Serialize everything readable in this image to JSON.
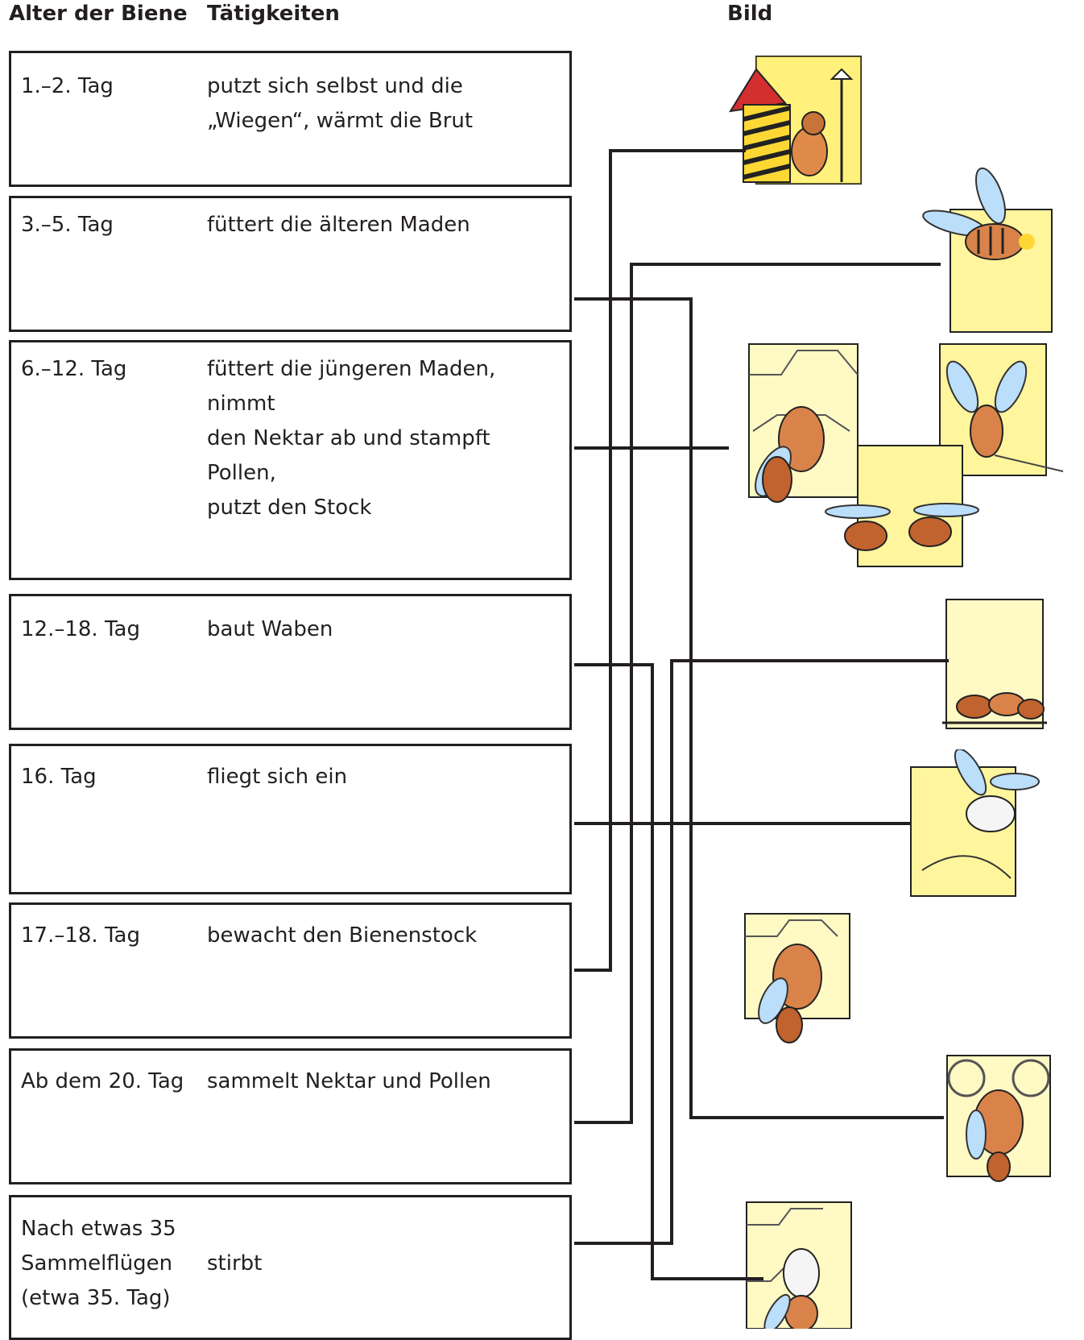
{
  "headers": {
    "age": "Alter der Biene",
    "activity": "Tätigkeiten",
    "picture": "Bild"
  },
  "rows": [
    {
      "age": [
        "1.–2. Tag"
      ],
      "activity": [
        "putzt sich selbst und die",
        "„Wiegen“, wärmt die Brut"
      ]
    },
    {
      "age": [
        "3.–5. Tag"
      ],
      "activity": [
        "füttert die älteren Maden"
      ]
    },
    {
      "age": [
        "6.–12. Tag"
      ],
      "activity": [
        "füttert die jüngeren Maden, nimmt",
        "den Nektar ab und stampft Pollen,",
        "putzt den Stock"
      ]
    },
    {
      "age": [
        "12.–18. Tag"
      ],
      "activity": [
        "baut Waben"
      ]
    },
    {
      "age": [
        "16. Tag"
      ],
      "activity": [
        "fliegt sich ein"
      ]
    },
    {
      "age": [
        "17.–18. Tag"
      ],
      "activity": [
        "bewacht den Bienenstock"
      ]
    },
    {
      "age": [
        "Ab dem 20. Tag"
      ],
      "activity": [
        "sammelt Nektar und Pollen"
      ]
    },
    {
      "age": [
        "Nach etwas 35",
        "Sammelflügen",
        "(etwa 35. Tag)"
      ],
      "activity": [
        "stirbt"
      ]
    }
  ],
  "pictures": [
    "guard-bee-illustration",
    "flying-bee-illustration",
    "cleaning-bees-illustration",
    "dead-bees-illustration",
    "orientation-flight-illustration",
    "bee-in-honeycomb-illustration",
    "nurse-bee-illustration",
    "wax-building-bee-illustration"
  ]
}
